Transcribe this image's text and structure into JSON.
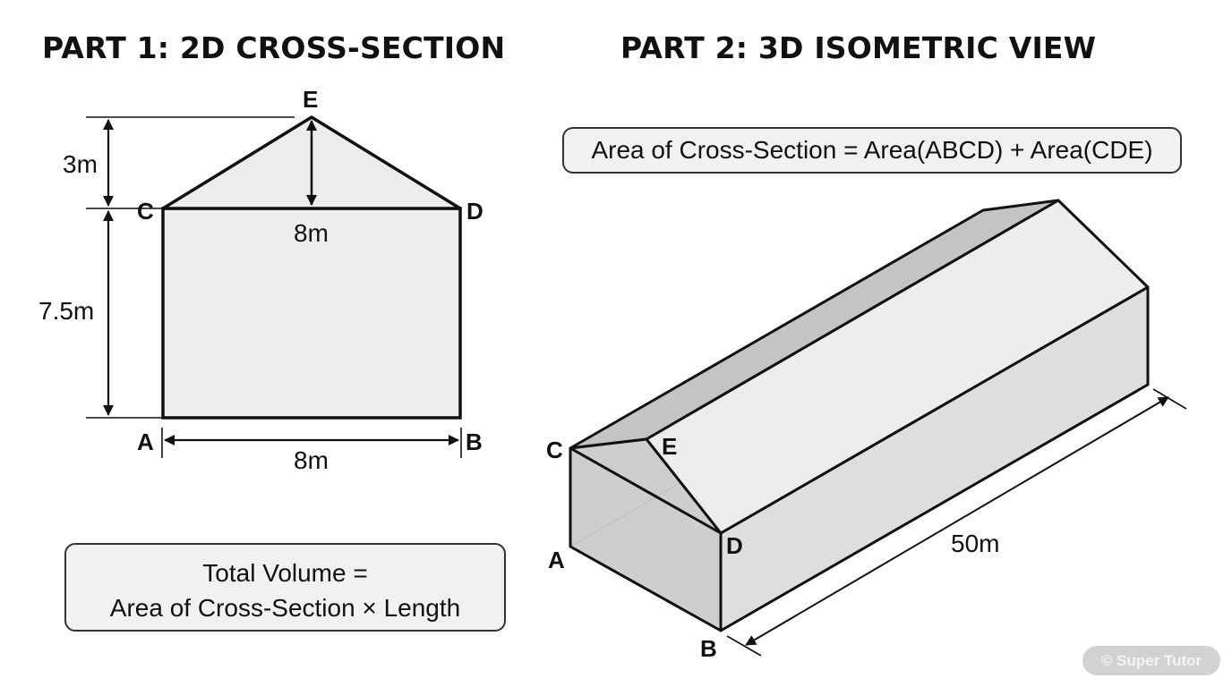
{
  "part1": {
    "heading": "PART 1: 2D CROSS-SECTION",
    "vertex_labels": {
      "A": "A",
      "B": "B",
      "C": "C",
      "D": "D",
      "E": "E"
    },
    "dimensions": {
      "roof_height": "3m",
      "wall_height": "7.5m",
      "top_width": "8m",
      "base_width": "8m"
    },
    "volume_box": {
      "line1": "Total Volume =",
      "line2": "Area of Cross-Section × Length"
    }
  },
  "part2": {
    "heading": "PART 2: 3D ISOMETRIC VIEW",
    "formula": "Area of Cross-Section = Area(ABCD) + Area(CDE)",
    "vertex_labels": {
      "A": "A",
      "B": "B",
      "C": "C",
      "D": "D",
      "E": "E"
    },
    "length_label": "50m"
  },
  "watermark": "© Super Tutor",
  "colors": {
    "stroke": "#111111",
    "face_light": "#ececec",
    "face_mid": "#d6d6d6",
    "face_dark": "#c2c2c2",
    "box_fill": "#f1f1f1"
  }
}
